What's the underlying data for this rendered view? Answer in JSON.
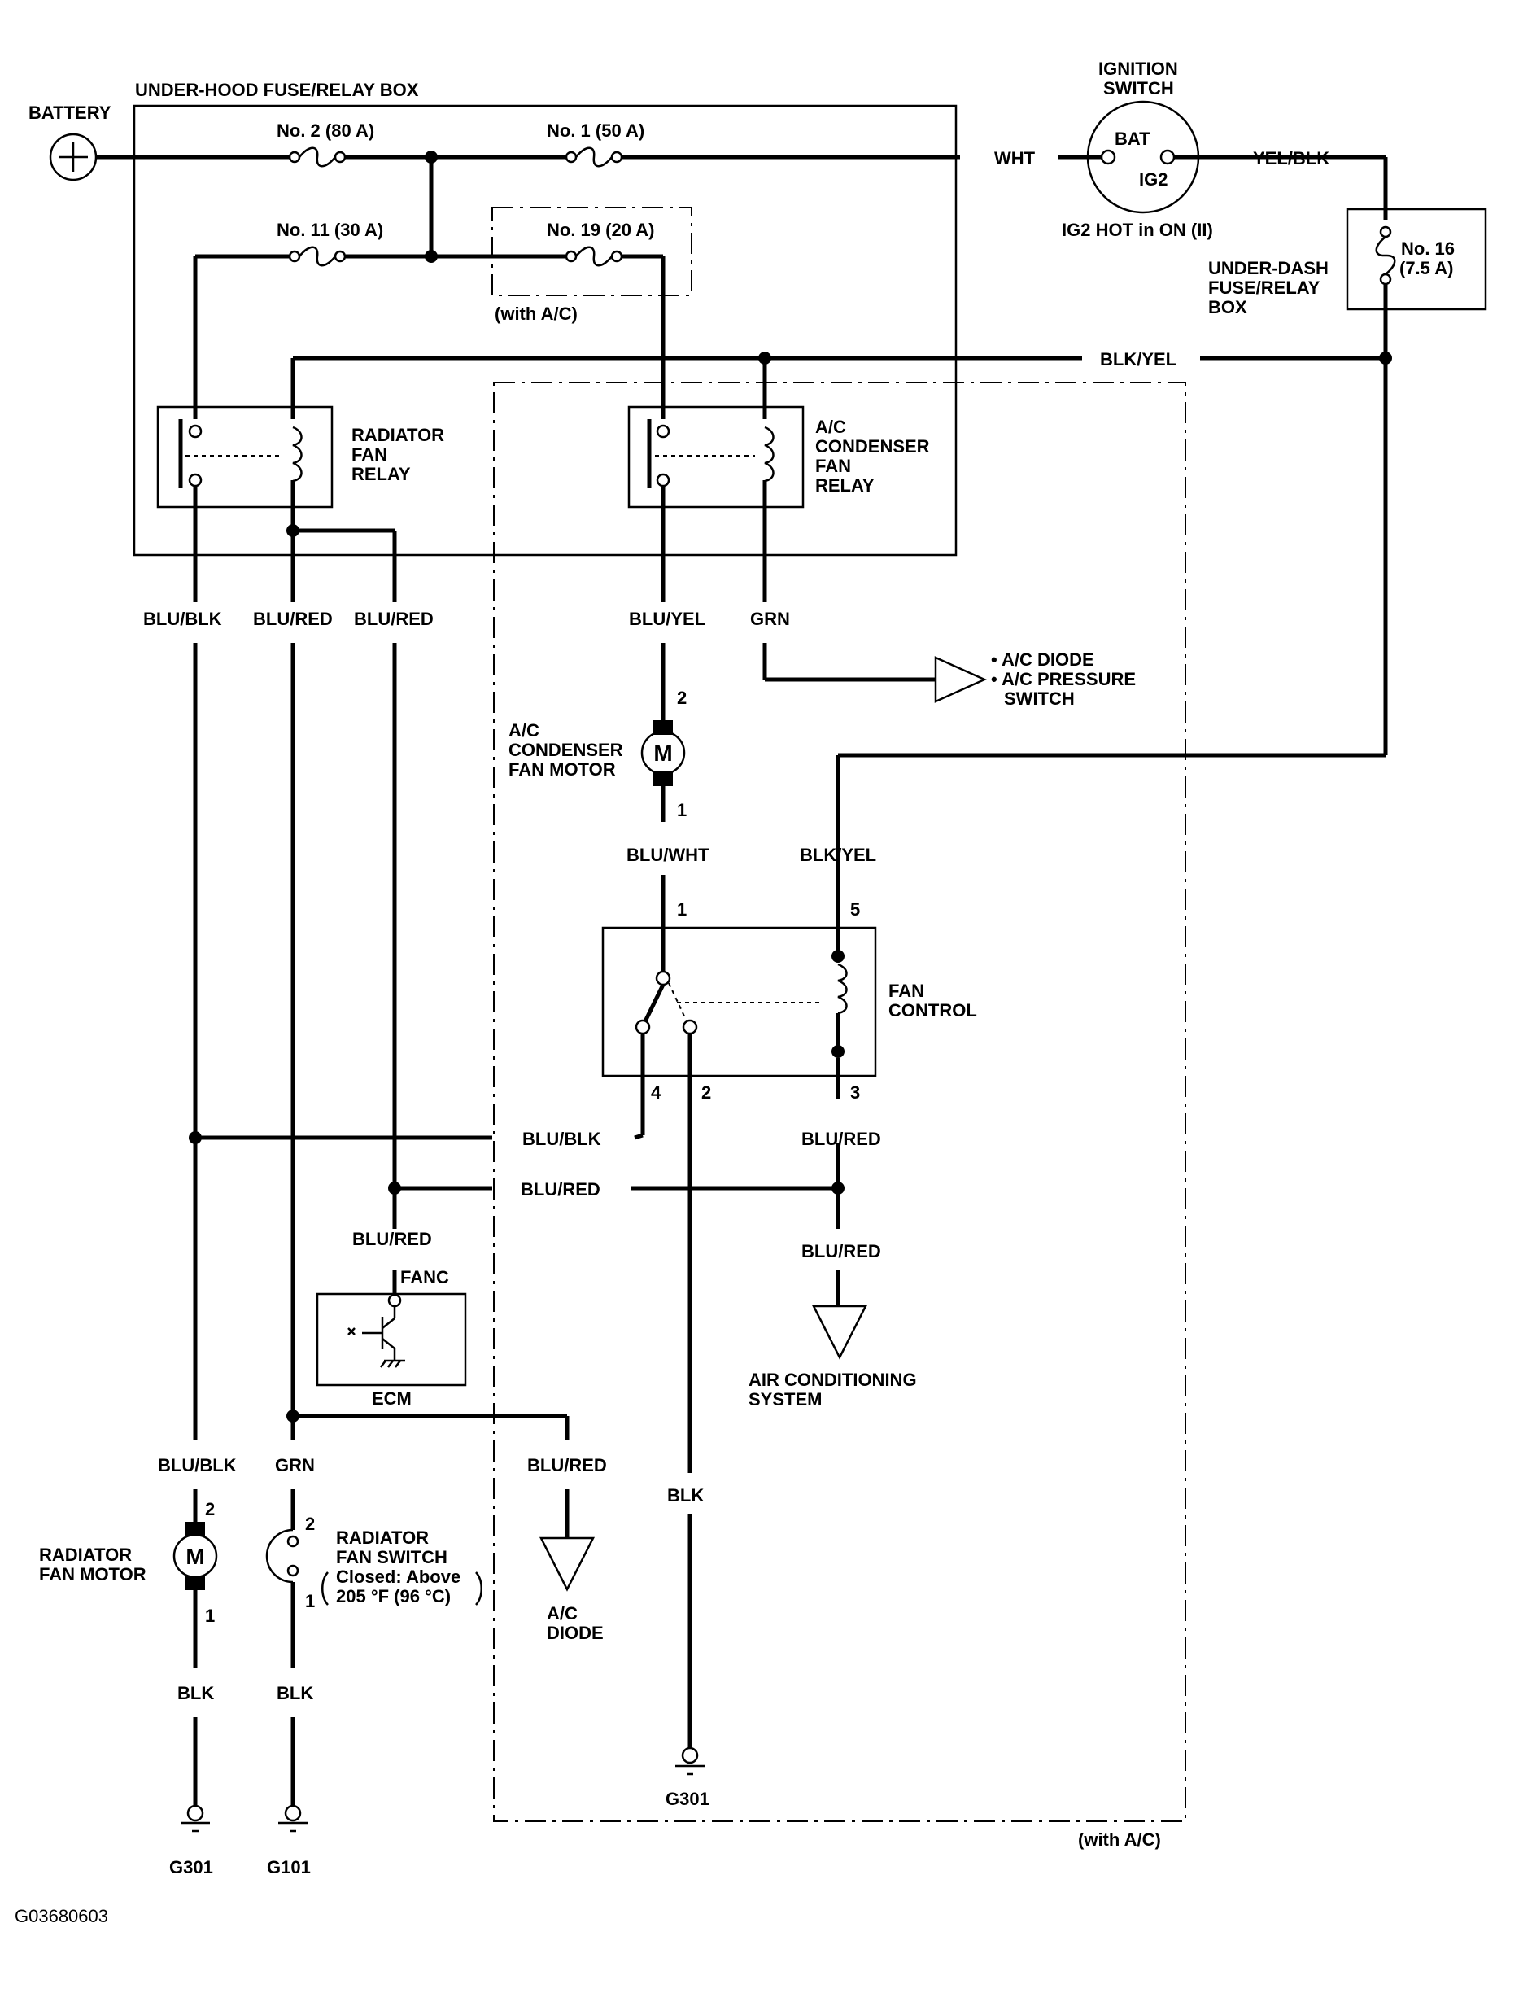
{
  "labels": {
    "battery": "BATTERY",
    "underhood_box": "UNDER-HOOD FUSE/RELAY BOX",
    "fuse_no2": "No. 2 (80 A)",
    "fuse_no1": "No. 1 (50 A)",
    "fuse_no11": "No. 11 (30 A)",
    "fuse_no19": "No. 19 (20 A)",
    "with_ac_1": "(with A/C)",
    "wht": "WHT",
    "ignition_switch_1": "IGNITION",
    "ignition_switch_2": "SWITCH",
    "bat": "BAT",
    "ig2": "IG2",
    "ig2_hot": "IG2 HOT in ON (II)",
    "yel_blk": "YEL/BLK",
    "fuse_no16_1": "No. 16",
    "fuse_no16_2": "(7.5 A)",
    "underdash_1": "UNDER-DASH",
    "underdash_2": "FUSE/RELAY",
    "underdash_3": "BOX",
    "blk_yel_top": "BLK/YEL",
    "rad_relay_1": "RADIATOR",
    "rad_relay_2": "FAN",
    "rad_relay_3": "RELAY",
    "ac_relay_1": "A/C",
    "ac_relay_2": "CONDENSER",
    "ac_relay_3": "FAN",
    "ac_relay_4": "RELAY",
    "blu_blk_1": "BLU/BLK",
    "blu_red_1": "BLU/RED",
    "blu_red_2": "BLU/RED",
    "blu_yel": "BLU/YEL",
    "grn_1": "GRN",
    "ac_diode_bullet": "• A/C DIODE",
    "ac_pressure_1": "• A/C PRESSURE",
    "ac_pressure_2": "SWITCH",
    "pin_2a": "2",
    "pin_1a": "1",
    "ac_motor_1": "A/C",
    "ac_motor_2": "CONDENSER",
    "ac_motor_3": "FAN MOTOR",
    "motor_m1": "M",
    "blu_wht": "BLU/WHT",
    "blk_yel_mid": "BLK/YEL",
    "pin_1b": "1",
    "pin_5": "5",
    "fan_control_1": "FAN",
    "fan_control_2": "CONTROL",
    "pin_4": "4",
    "pin_2b": "2",
    "pin_3": "3",
    "blu_blk_2": "BLU/BLK",
    "blu_red_3": "BLU/RED",
    "blu_red_4": "BLU/RED",
    "blu_red_5": "BLU/RED",
    "blu_red_6": "BLU/RED",
    "fanc": "FANC",
    "ecm": "ECM",
    "aircon_1": "AIR CONDITIONING",
    "aircon_2": "SYSTEM",
    "blu_blk_3": "BLU/BLK",
    "grn_2": "GRN",
    "blu_red_7": "BLU/RED",
    "blk_1": "BLK",
    "rad_motor_1": "RADIATOR",
    "rad_motor_2": "FAN MOTOR",
    "motor_m2": "M",
    "pin_2c": "2",
    "pin_1c": "1",
    "pin_2d": "2",
    "pin_1d": "1",
    "rad_switch_1": "RADIATOR",
    "rad_switch_2": "FAN SWITCH",
    "rad_switch_3": "Closed: Above",
    "rad_switch_4": "205 °F (96 °C)",
    "ac_diode_1": "A/C",
    "ac_diode_2": "DIODE",
    "blk_2": "BLK",
    "blk_3": "BLK",
    "g301_a": "G301",
    "g301_b": "G301",
    "g101": "G101",
    "with_ac_2": "(with A/C)",
    "figure_code": "G03680603"
  }
}
